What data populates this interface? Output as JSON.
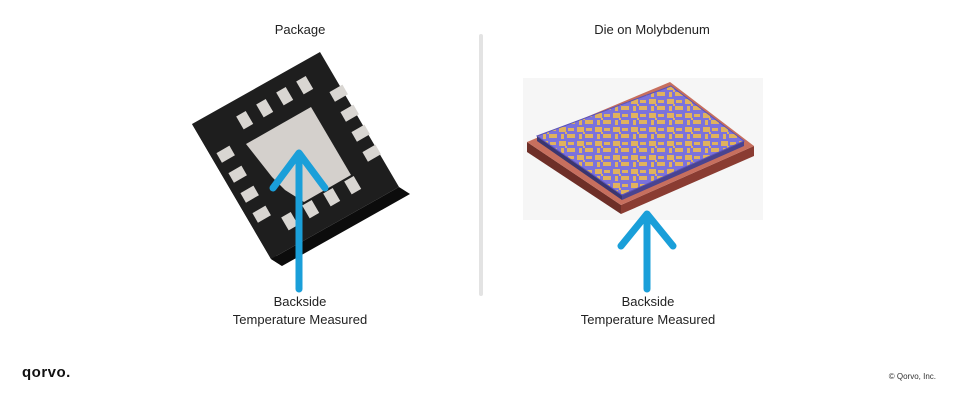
{
  "left_panel": {
    "title": "Package",
    "caption_line1": "Backside",
    "caption_line2": "Temperature Measured"
  },
  "right_panel": {
    "title": "Die on Molybdenum",
    "caption_line1": "Backside",
    "caption_line2": "Temperature Measured"
  },
  "footer": {
    "logo": "qorvo.",
    "copyright": "© Qorvo, Inc."
  },
  "colors": {
    "arrow": "#1a9fd9",
    "package_body": "#1b1b1b",
    "package_pad": "#d4d0cc",
    "die_metal": "#e0b25e",
    "die_substrate": "#7b72dc",
    "molybdenum_base": "#c76f5e"
  },
  "icons": [
    "up-arrow-icon",
    "qfn-package-icon",
    "mmic-die-icon"
  ]
}
